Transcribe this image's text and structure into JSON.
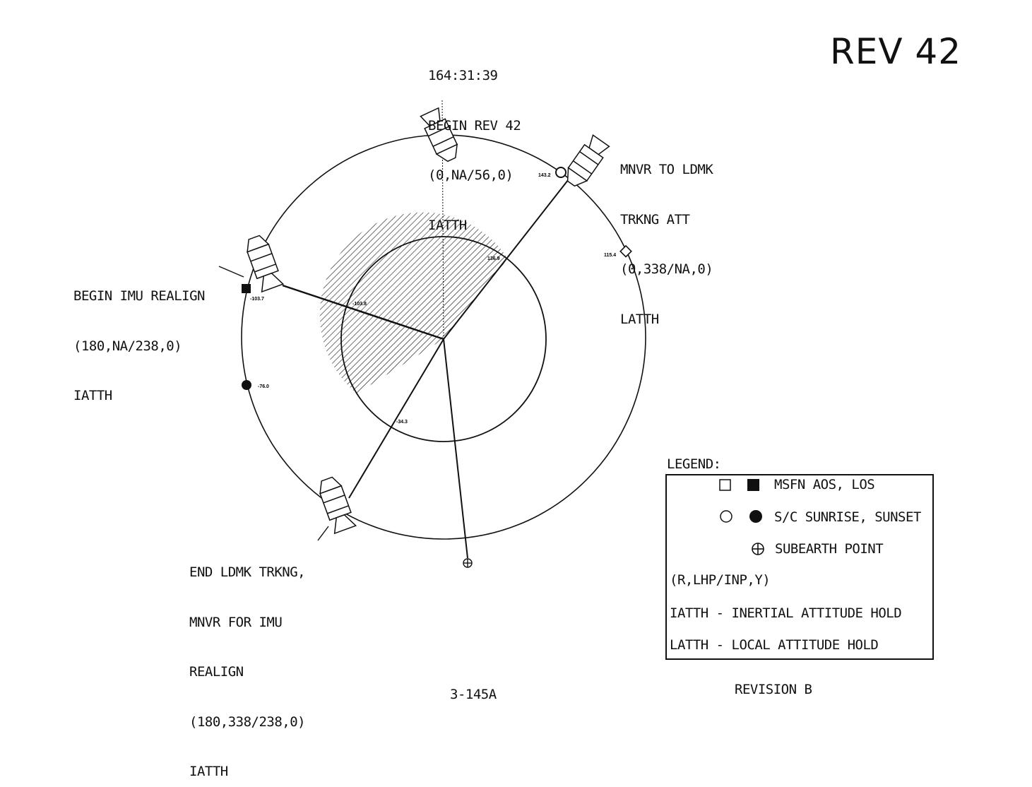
{
  "title": "REV 42",
  "events": {
    "top": {
      "time": "164:31:39",
      "line1": "BEGIN REV 42",
      "line2": "(0,NA/56,0)",
      "line3": "IATTH"
    },
    "right": {
      "line1": "MNVR TO LDMK",
      "line2": "TRKNG ATT",
      "line3": "(0,338/NA,0)",
      "line4": "LATTH"
    },
    "left": {
      "line1": "BEGIN IMU REALIGN",
      "line2": "(180,NA/238,0)",
      "line3": "IATTH"
    },
    "bottom": {
      "line1": "END LDMK TRKNG,",
      "line2": "MNVR FOR IMU",
      "line3": "REALIGN",
      "line4": "(180,338/238,0)",
      "line5": "IATTH"
    }
  },
  "markers": {
    "sunrise": "143.2",
    "aos": "115.4",
    "los": "-103.7",
    "sunset": "-76.0",
    "shadow_entry": "136.9",
    "shadow_left": "-103.8",
    "shadow_exit": "-34.3"
  },
  "legend": {
    "heading": "LEGEND:",
    "msfn": "MSFN AOS, LOS",
    "sun": "S/C SUNRISE, SUNSET",
    "subearth": "SUBEARTH POINT",
    "format": "(R,LHP/INP,Y)",
    "iatth": "IATTH - INERTIAL ATTITUDE HOLD",
    "latth": "LATTH - LOCAL ATTITUDE HOLD"
  },
  "footer": {
    "page": "3-145A",
    "revision": "REVISION B"
  }
}
